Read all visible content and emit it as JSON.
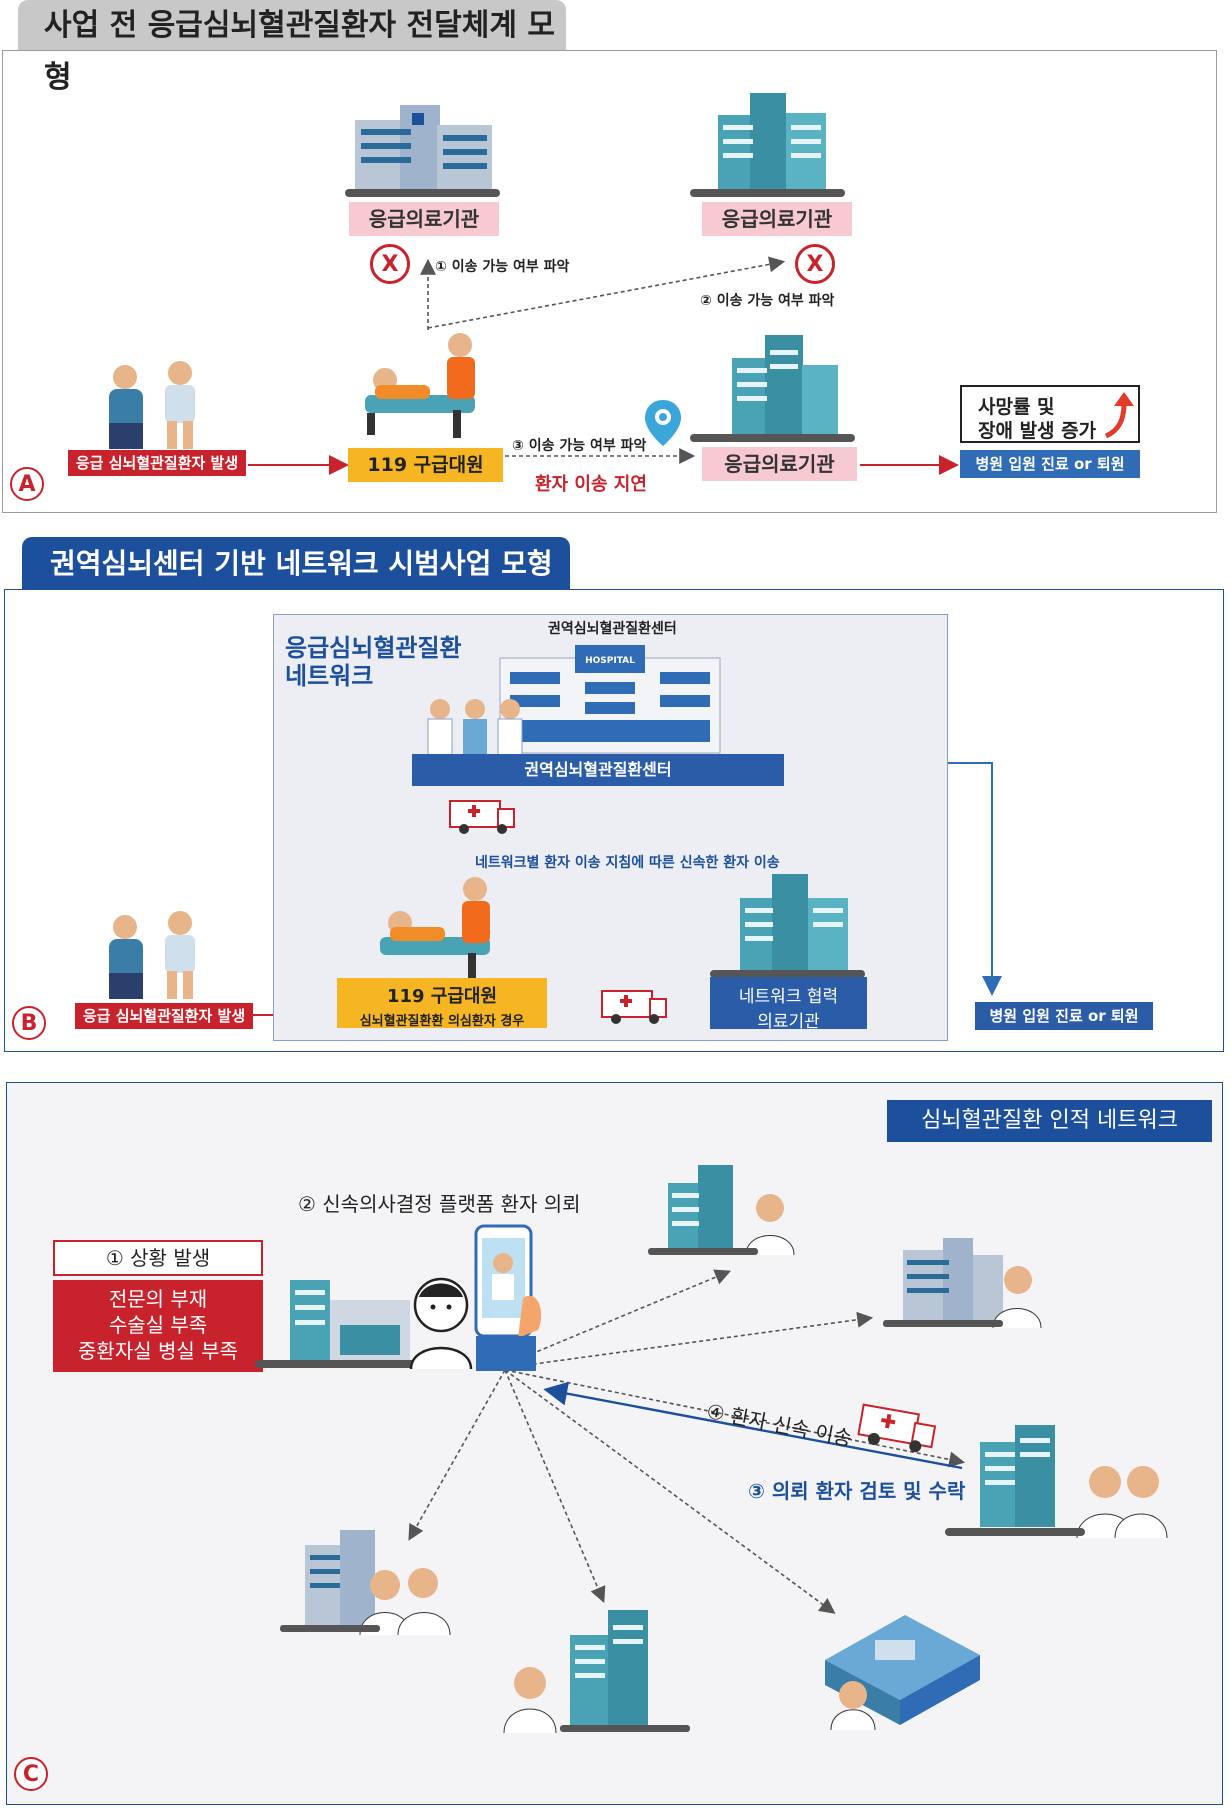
{
  "section_a": {
    "title": "사업 전 응급심뇌혈관질환자 전달체계 모형",
    "hospital_top_left": "응급의료기관",
    "hospital_top_right": "응급의료기관",
    "hospital_bottom": "응급의료기관",
    "check1": "① 이송 가능 여부 파악",
    "check2": "② 이송 가능 여부 파악",
    "check3": "③ 이송 가능 여부 파악",
    "patient_occurs": "응급 심뇌혈관질환자 발생",
    "ems": "119 구급대원",
    "delay": "환자 이송 지연",
    "outcome_line1": "사망률 및",
    "outcome_line2": "장애 발생 증가",
    "result": "병원 입원 진료 or 퇴원",
    "letter": "A"
  },
  "section_b": {
    "title": "권역심뇌센터 기반 네트워크 시범사업 모형",
    "network_title_line1": "응급심뇌혈관질환",
    "network_title_line2": "네트워크",
    "center_sign": "권역심뇌혈관질환센터",
    "hospital_sign": "HOSPITAL",
    "center_bar": "권역심뇌혈관질환센터",
    "guideline": "네트워크별 환자 이송 지침에 따른 신속한 환자 이송",
    "patient_occurs": "응급 심뇌혈관질환자 발생",
    "ems_line1": "119 구급대원",
    "ems_line2": "심뇌혈관질환환 의심환자 경우",
    "partner_line1": "네트워크 협력",
    "partner_line2": "의료기관",
    "result": "병원 입원 진료 or 퇴원",
    "letter": "B"
  },
  "section_c": {
    "badge": "심뇌혈관질환 인적 네트워크",
    "step2": "② 신속의사결정 플랫폼 환자 의뢰",
    "step1": "① 상황 발생",
    "shortage1": "전문의 부재",
    "shortage2": "수술실 부족",
    "shortage3": "중환자실 병실 부족",
    "step4": "④ 환자 신속 이송",
    "step3": "③ 의뢰 환자 검토 및 수락",
    "letter": "C"
  },
  "colors": {
    "red": "#c8232c",
    "blue": "#1c4f9c",
    "mid_blue": "#2f6cb5",
    "yellow": "#f6b623",
    "pink": "#f7c9d1",
    "teal": "#3aa6b9"
  }
}
